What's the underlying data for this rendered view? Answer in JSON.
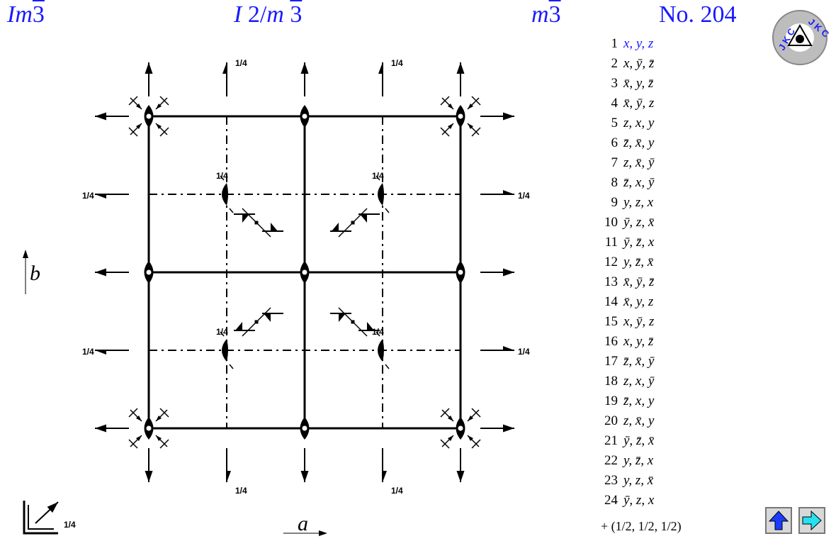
{
  "header": {
    "short_symbol": "Im3̄",
    "full_symbol": "I 2/m 3̄",
    "point_group": "m3̄",
    "number": "No. 204"
  },
  "logo": {
    "text": "JKC"
  },
  "axes": {
    "a": "a",
    "b": "b",
    "quarter": "1/4"
  },
  "operations": [
    {
      "n": "1",
      "coord": "x, y, z"
    },
    {
      "n": "2",
      "coord": "x, ȳ, z̄"
    },
    {
      "n": "3",
      "coord": "x̄, y, z̄"
    },
    {
      "n": "4",
      "coord": "x̄, ȳ, z"
    },
    {
      "n": "5",
      "coord": "z, x, y"
    },
    {
      "n": "6",
      "coord": "z̄, x̄, y"
    },
    {
      "n": "7",
      "coord": "z, x̄, ȳ"
    },
    {
      "n": "8",
      "coord": "z̄, x, ȳ"
    },
    {
      "n": "9",
      "coord": "y, z, x"
    },
    {
      "n": "10",
      "coord": "ȳ, z, x̄"
    },
    {
      "n": "11",
      "coord": "ȳ, z̄, x"
    },
    {
      "n": "12",
      "coord": "y, z̄, x̄"
    },
    {
      "n": "13",
      "coord": "x̄, ȳ, z̄"
    },
    {
      "n": "14",
      "coord": "x̄, y, z"
    },
    {
      "n": "15",
      "coord": "x, ȳ, z"
    },
    {
      "n": "16",
      "coord": "x, y, z̄"
    },
    {
      "n": "17",
      "coord": "z̄, x̄, ȳ"
    },
    {
      "n": "18",
      "coord": "z, x, ȳ"
    },
    {
      "n": "19",
      "coord": "z̄, x, y"
    },
    {
      "n": "20",
      "coord": "z, x̄, y"
    },
    {
      "n": "21",
      "coord": "ȳ, z̄, x̄"
    },
    {
      "n": "22",
      "coord": "y, z̄, x"
    },
    {
      "n": "23",
      "coord": "y, z, x̄"
    },
    {
      "n": "24",
      "coord": "ȳ, z, x"
    }
  ],
  "centering": "+ (1/2, 1/2, 1/2)",
  "nav": {
    "up_icon": "up-arrow-icon",
    "next_icon": "right-arrow-icon"
  },
  "colors": {
    "accent": "#1a1aff",
    "ink": "#000000"
  }
}
